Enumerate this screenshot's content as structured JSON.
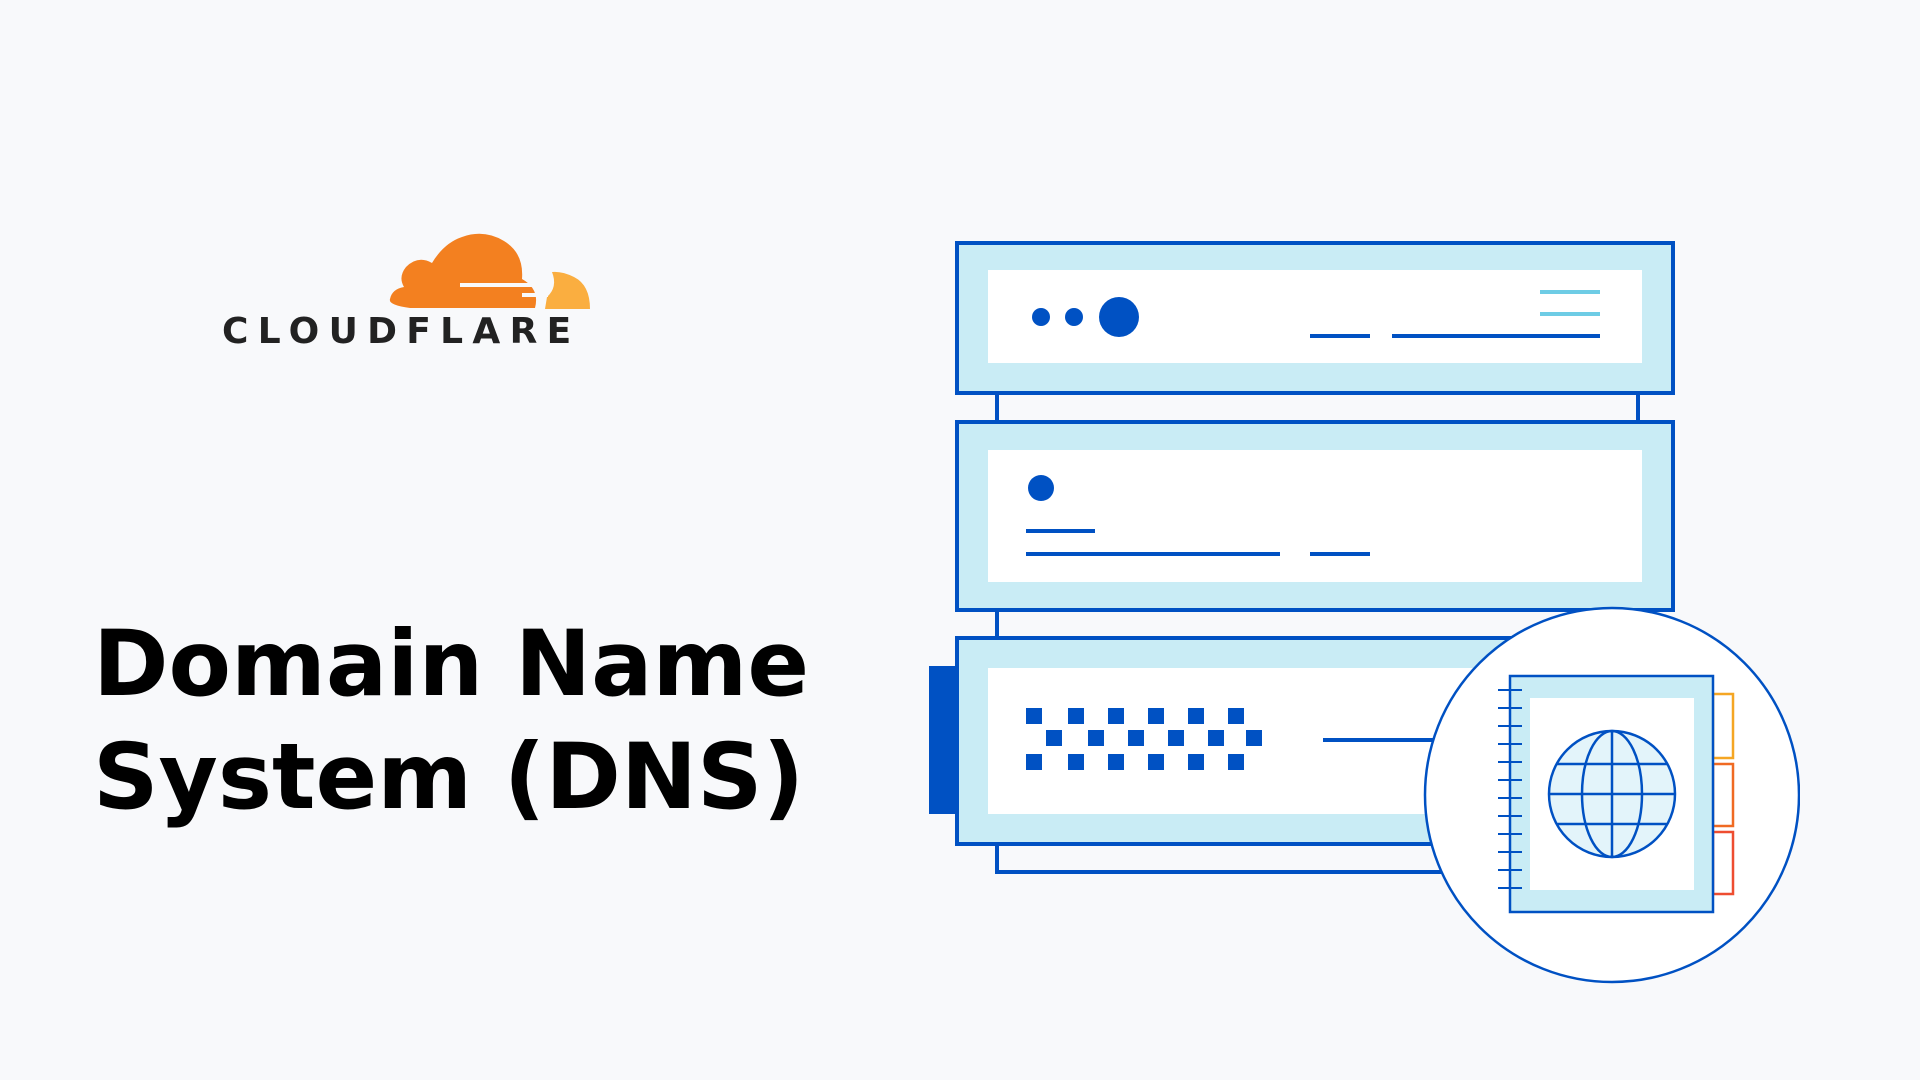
{
  "brand": {
    "wordmark": "CLOUDFLARE",
    "logo_icon": "cloud-icon",
    "colors": {
      "orange": "#f38020",
      "light_orange": "#faae40",
      "wordmark": "#222222"
    }
  },
  "headline": {
    "line1": "Domain Name",
    "line2": "System (DNS)"
  },
  "illustration": {
    "icons": [
      "server-stack-icon",
      "globe-icon"
    ],
    "colors": {
      "stroke_blue": "#0051c3",
      "fill_light_blue": "#c9ecf5",
      "accent_cyan": "#6ecce5",
      "tab_orange": "#f5a623",
      "tab_dark_orange": "#f06a22",
      "tab_red": "#ee4d30"
    }
  },
  "background": "#f8f9fb"
}
